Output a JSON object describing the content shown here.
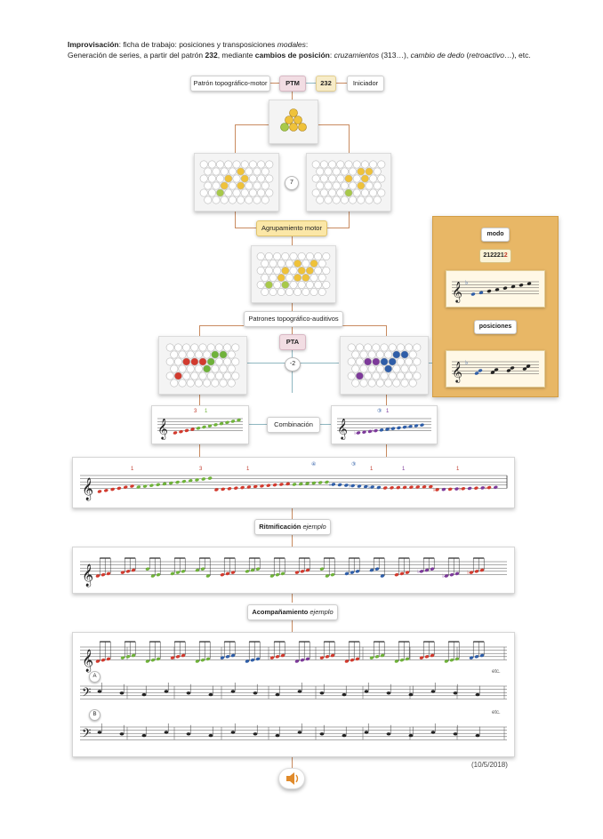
{
  "header": {
    "line1_bold": "Improvisación",
    "line1_rest": ": ficha de trabajo: posiciones y transposiciones ",
    "line1_italic": "modales",
    "line1_end": ":",
    "line2_a": "Generación de series, a partir del patrón ",
    "line2_num": "232",
    "line2_b": ", mediante ",
    "line2_bold": "cambios de posición",
    "line2_c": ": ",
    "line2_i1": "cruzamientos",
    "line2_d": " (313…), ",
    "line2_i2": "cambio de dedo",
    "line2_e": " (",
    "line2_i3": "retroactivo",
    "line2_f": "…), etc."
  },
  "top_row": {
    "pattern_label": "Patrón topográfico-motor",
    "ptm": "PTM",
    "number": "232",
    "initiator": "Iniciador"
  },
  "seven": "7",
  "motor_group": "Agrupamiento motor",
  "auditory_patterns": "Patrones topográfico-auditivos",
  "pta": "PTA",
  "minus_two": "-2",
  "combination": "Combinación",
  "rhythm": {
    "bold": "Ritmificación",
    "italic": "ejemplo"
  },
  "accomp": {
    "bold": "Acompañamiento",
    "italic": "ejemplo"
  },
  "panel": {
    "mode_label": "modo",
    "mode_digits": "212221",
    "mode_last": "2",
    "positions_label": "posiciones"
  },
  "fingering": {
    "staff_left": [
      "3",
      "1"
    ],
    "staff_right": [
      "③",
      "1"
    ],
    "long": [
      "1",
      "3",
      "1",
      "④",
      "③",
      "1",
      "1",
      "1"
    ]
  },
  "variants": {
    "a": "A",
    "b": "B"
  },
  "etc": "etc.",
  "date": "(10/5/2018)",
  "icons": [
    "speaker-icon",
    "treble-clef-icon",
    "bass-clef-icon"
  ],
  "colors": {
    "accent_orange": "#e8b766",
    "connector": "#c98b60",
    "connector_blue": "#8fb7c1",
    "note_red": "#d23a2e",
    "note_green": "#6fb23a",
    "note_blue": "#2f5ea8",
    "note_purple": "#7d3a9a",
    "note_yellow": "#efc23a"
  }
}
